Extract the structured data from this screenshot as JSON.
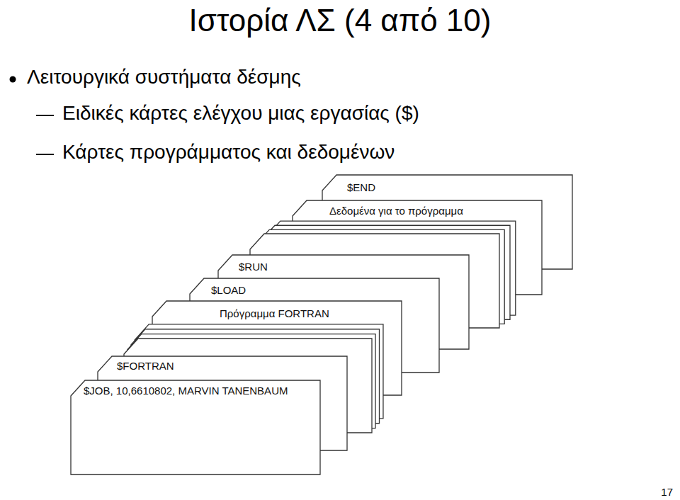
{
  "diagram": {
    "title": "Ιστορία ΛΣ (4 από 10)",
    "nodes": [
      {
        "text": [
          "$END"
        ]
      },
      {
        "text": [
          "Δεδομένα για το πρόγραμμα"
        ]
      },
      {
        "text": [
          "$RUN"
        ]
      },
      {
        "text": [
          "$LOAD"
        ]
      },
      {
        "text": [
          "Πρόγραμμα FORTRAN"
        ]
      },
      {
        "text": [
          "$FORTRAN"
        ]
      },
      {
        "text": [
          "$JOB, 10,6610802, MARVIN TANENBAUM"
        ]
      }
    ],
    "labels": [
      "Λειτουργικά συστήματα δέσμης",
      "Ειδικές κάρτες ελέγχου μιας εργασίας ($)",
      "Κάρτες προγράμματος και δεδομένων",
      "17"
    ]
  }
}
